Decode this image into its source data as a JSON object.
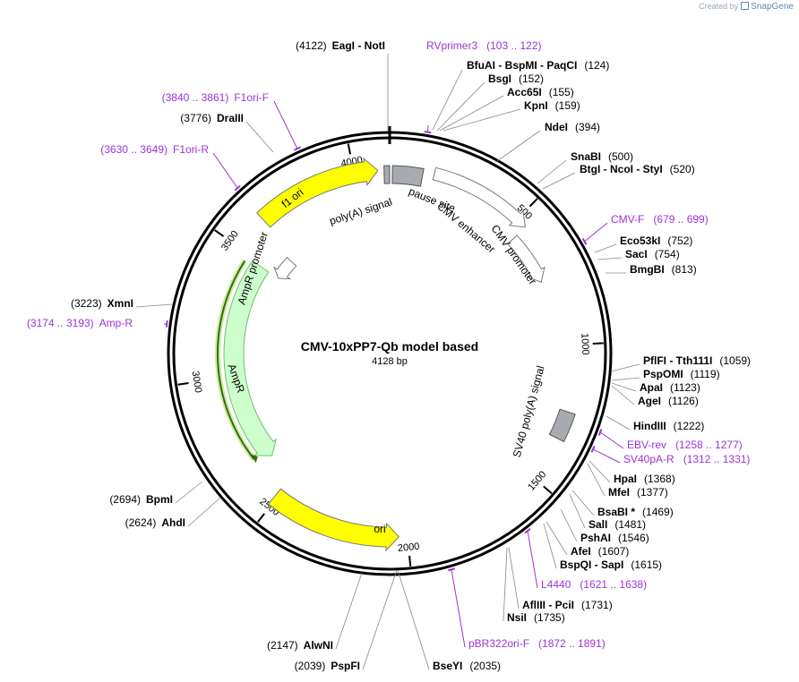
{
  "credit": {
    "prefix": "Created by",
    "brand": "SnapGene"
  },
  "map": {
    "name": "CMV-10xPP7-Qb model based",
    "length_label": "4128 bp",
    "total_bp": 4128,
    "colors": {
      "primer": "#9b34d9",
      "yellow": "#ffff00",
      "green_fill": "#ccffcc",
      "grey": "#a7abaf"
    }
  },
  "ticks": [
    {
      "pos": 500,
      "label": "500"
    },
    {
      "pos": 1000,
      "label": "1000"
    },
    {
      "pos": 1500,
      "label": "1500"
    },
    {
      "pos": 2000,
      "label": "2000"
    },
    {
      "pos": 2500,
      "label": "2500"
    },
    {
      "pos": 3000,
      "label": "3000"
    },
    {
      "pos": 3500,
      "label": "3500"
    },
    {
      "pos": 4000,
      "label": "4000"
    }
  ],
  "features": [
    {
      "name": "f1 ori",
      "start": 3631,
      "end": 4086,
      "dir": 1,
      "type": "yellow"
    },
    {
      "name": "ori",
      "start": 2031,
      "end": 2509,
      "dir": -1,
      "type": "yellow"
    },
    {
      "name": "AmpR",
      "start": 2626,
      "end": 3486,
      "dir": -1,
      "type": "green"
    },
    {
      "name": "AmpR promoter",
      "start": 3487,
      "end": 3591,
      "dir": -1,
      "type": "white"
    },
    {
      "name": "CMV enhancer",
      "start": 160,
      "end": 539,
      "dir": 1,
      "type": "white"
    },
    {
      "name": "CMV promoter",
      "start": 540,
      "end": 743,
      "dir": 1,
      "type": "white"
    },
    {
      "name": "poly(A) signal",
      "start": 4121,
      "end": 4128,
      "dir": 0,
      "type": "grey"
    },
    {
      "name": "pause site",
      "start": 8,
      "end": 100,
      "dir": 0,
      "type": "grey"
    },
    {
      "name": "SV40 poly(A) signal",
      "start": 1248,
      "end": 1370,
      "dir": 0,
      "type": "grey"
    }
  ],
  "sites": [
    {
      "name": "EagI - NotI",
      "pos": "(4122)"
    },
    {
      "name": "BfuAI - BspMI - PaqCI",
      "pos": "(124)"
    },
    {
      "name": "BsgI",
      "pos": "(152)"
    },
    {
      "name": "Acc65I",
      "pos": "(155)"
    },
    {
      "name": "KpnI",
      "pos": "(159)"
    },
    {
      "name": "NdeI",
      "pos": "(394)"
    },
    {
      "name": "SnaBI",
      "pos": "(500)"
    },
    {
      "name": "BtgI - NcoI - StyI",
      "pos": "(520)"
    },
    {
      "name": "Eco53kI",
      "pos": "(752)"
    },
    {
      "name": "SacI",
      "pos": "(754)"
    },
    {
      "name": "BmgBI",
      "pos": "(813)"
    },
    {
      "name": "PflFI - Tth111I",
      "pos": "(1059)"
    },
    {
      "name": "PspOMI",
      "pos": "(1119)"
    },
    {
      "name": "ApaI",
      "pos": "(1123)"
    },
    {
      "name": "AgeI",
      "pos": "(1126)"
    },
    {
      "name": "HindIII",
      "pos": "(1222)"
    },
    {
      "name": "HpaI",
      "pos": "(1368)"
    },
    {
      "name": "MfeI",
      "pos": "(1377)"
    },
    {
      "name": "BsaBI *",
      "pos": "(1469)"
    },
    {
      "name": "SalI",
      "pos": "(1481)"
    },
    {
      "name": "PshAI",
      "pos": "(1546)"
    },
    {
      "name": "AfeI",
      "pos": "(1607)"
    },
    {
      "name": "BspQI - SapI",
      "pos": "(1615)"
    },
    {
      "name": "AflIII - PciI",
      "pos": "(1731)"
    },
    {
      "name": "NsiI",
      "pos": "(1735)"
    },
    {
      "name": "BseYI",
      "pos": "(2035)"
    },
    {
      "name": "PspFI",
      "pos": "(2039)"
    },
    {
      "name": "AlwNI",
      "pos": "(2147)"
    },
    {
      "name": "AhdI",
      "pos": "(2624)"
    },
    {
      "name": "BpmI",
      "pos": "(2694)"
    },
    {
      "name": "XmnI",
      "pos": "(3223)"
    },
    {
      "name": "DraIII",
      "pos": "(3776)"
    }
  ],
  "primers": [
    {
      "name": "RVprimer3",
      "range": "(103 .. 122)"
    },
    {
      "name": "CMV-F",
      "range": "(679 .. 699)"
    },
    {
      "name": "EBV-rev",
      "range": "(1258 .. 1277)"
    },
    {
      "name": "SV40pA-R",
      "range": "(1312 .. 1331)"
    },
    {
      "name": "L4440",
      "range": "(1621 .. 1638)"
    },
    {
      "name": "pBR322ori-F",
      "range": "(1872 .. 1891)"
    },
    {
      "name": "Amp-R",
      "range": "(3174 .. 3193)"
    },
    {
      "name": "F1ori-R",
      "range": "(3630 .. 3649)"
    },
    {
      "name": "F1ori-F",
      "range": "(3840 .. 3861)"
    }
  ]
}
